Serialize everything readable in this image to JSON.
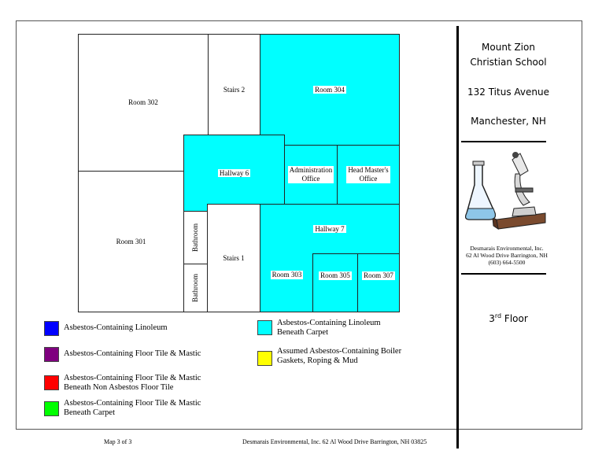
{
  "title": {
    "line1": "Mount Zion",
    "line2": "Christian School",
    "address": "132 Titus Avenue",
    "city": "Manchester, NH"
  },
  "company_block": {
    "line1": "Desmarais Environmental, Inc.",
    "line2": "62 Al Wood Drive Barrington, NH",
    "line3": "(603) 664-5500"
  },
  "floor": {
    "number": "3",
    "suffix": "rd",
    "word": "Floor"
  },
  "rooms": {
    "room302": "Room 302",
    "stairs2": "Stairs 2",
    "room304": "Room 304",
    "hallway6": "Hallway 6",
    "admin_office_l1": "Administration",
    "admin_office_l2": "Office",
    "head_office_l1": "Head Master's",
    "head_office_l2": "Office",
    "room301": "Room 301",
    "bathroom1": "Bathroom",
    "bathroom2": "Bathroom",
    "stairs1": "Stairs 1",
    "hallway7": "Hallway 7",
    "room303": "Room 303",
    "room305": "Room 305",
    "room307": "Room 307"
  },
  "legend": {
    "blue": {
      "color": "#0000ff",
      "line1": "Asbestos-Containing Linoleum",
      "line2": ""
    },
    "purple": {
      "color": "#7f007f",
      "line1": "Asbestos-Containing Floor Tile & Mastic",
      "line2": ""
    },
    "red": {
      "color": "#ff0000",
      "line1": "Asbestos-Containing Floor Tile & Mastic",
      "line2": "Beneath Non Asbestos Floor Tile"
    },
    "green": {
      "color": "#00ff00",
      "line1": "Asbestos-Containing Floor Tile & Mastic",
      "line2": "Beneath Carpet"
    },
    "cyan": {
      "color": "#00ffff",
      "line1": "Asbestos-Containing Linoleum",
      "line2": "Beneath Carpet"
    },
    "yellow": {
      "color": "#ffff00",
      "line1": "Assumed Asbestos-Containing Boiler",
      "line2": "Gaskets, Roping & Mud"
    }
  },
  "footer": {
    "map": "Map 3 of 3",
    "company": "Desmarais Environmental, Inc. 62 Al Wood Drive Barrington, NH  03825"
  }
}
